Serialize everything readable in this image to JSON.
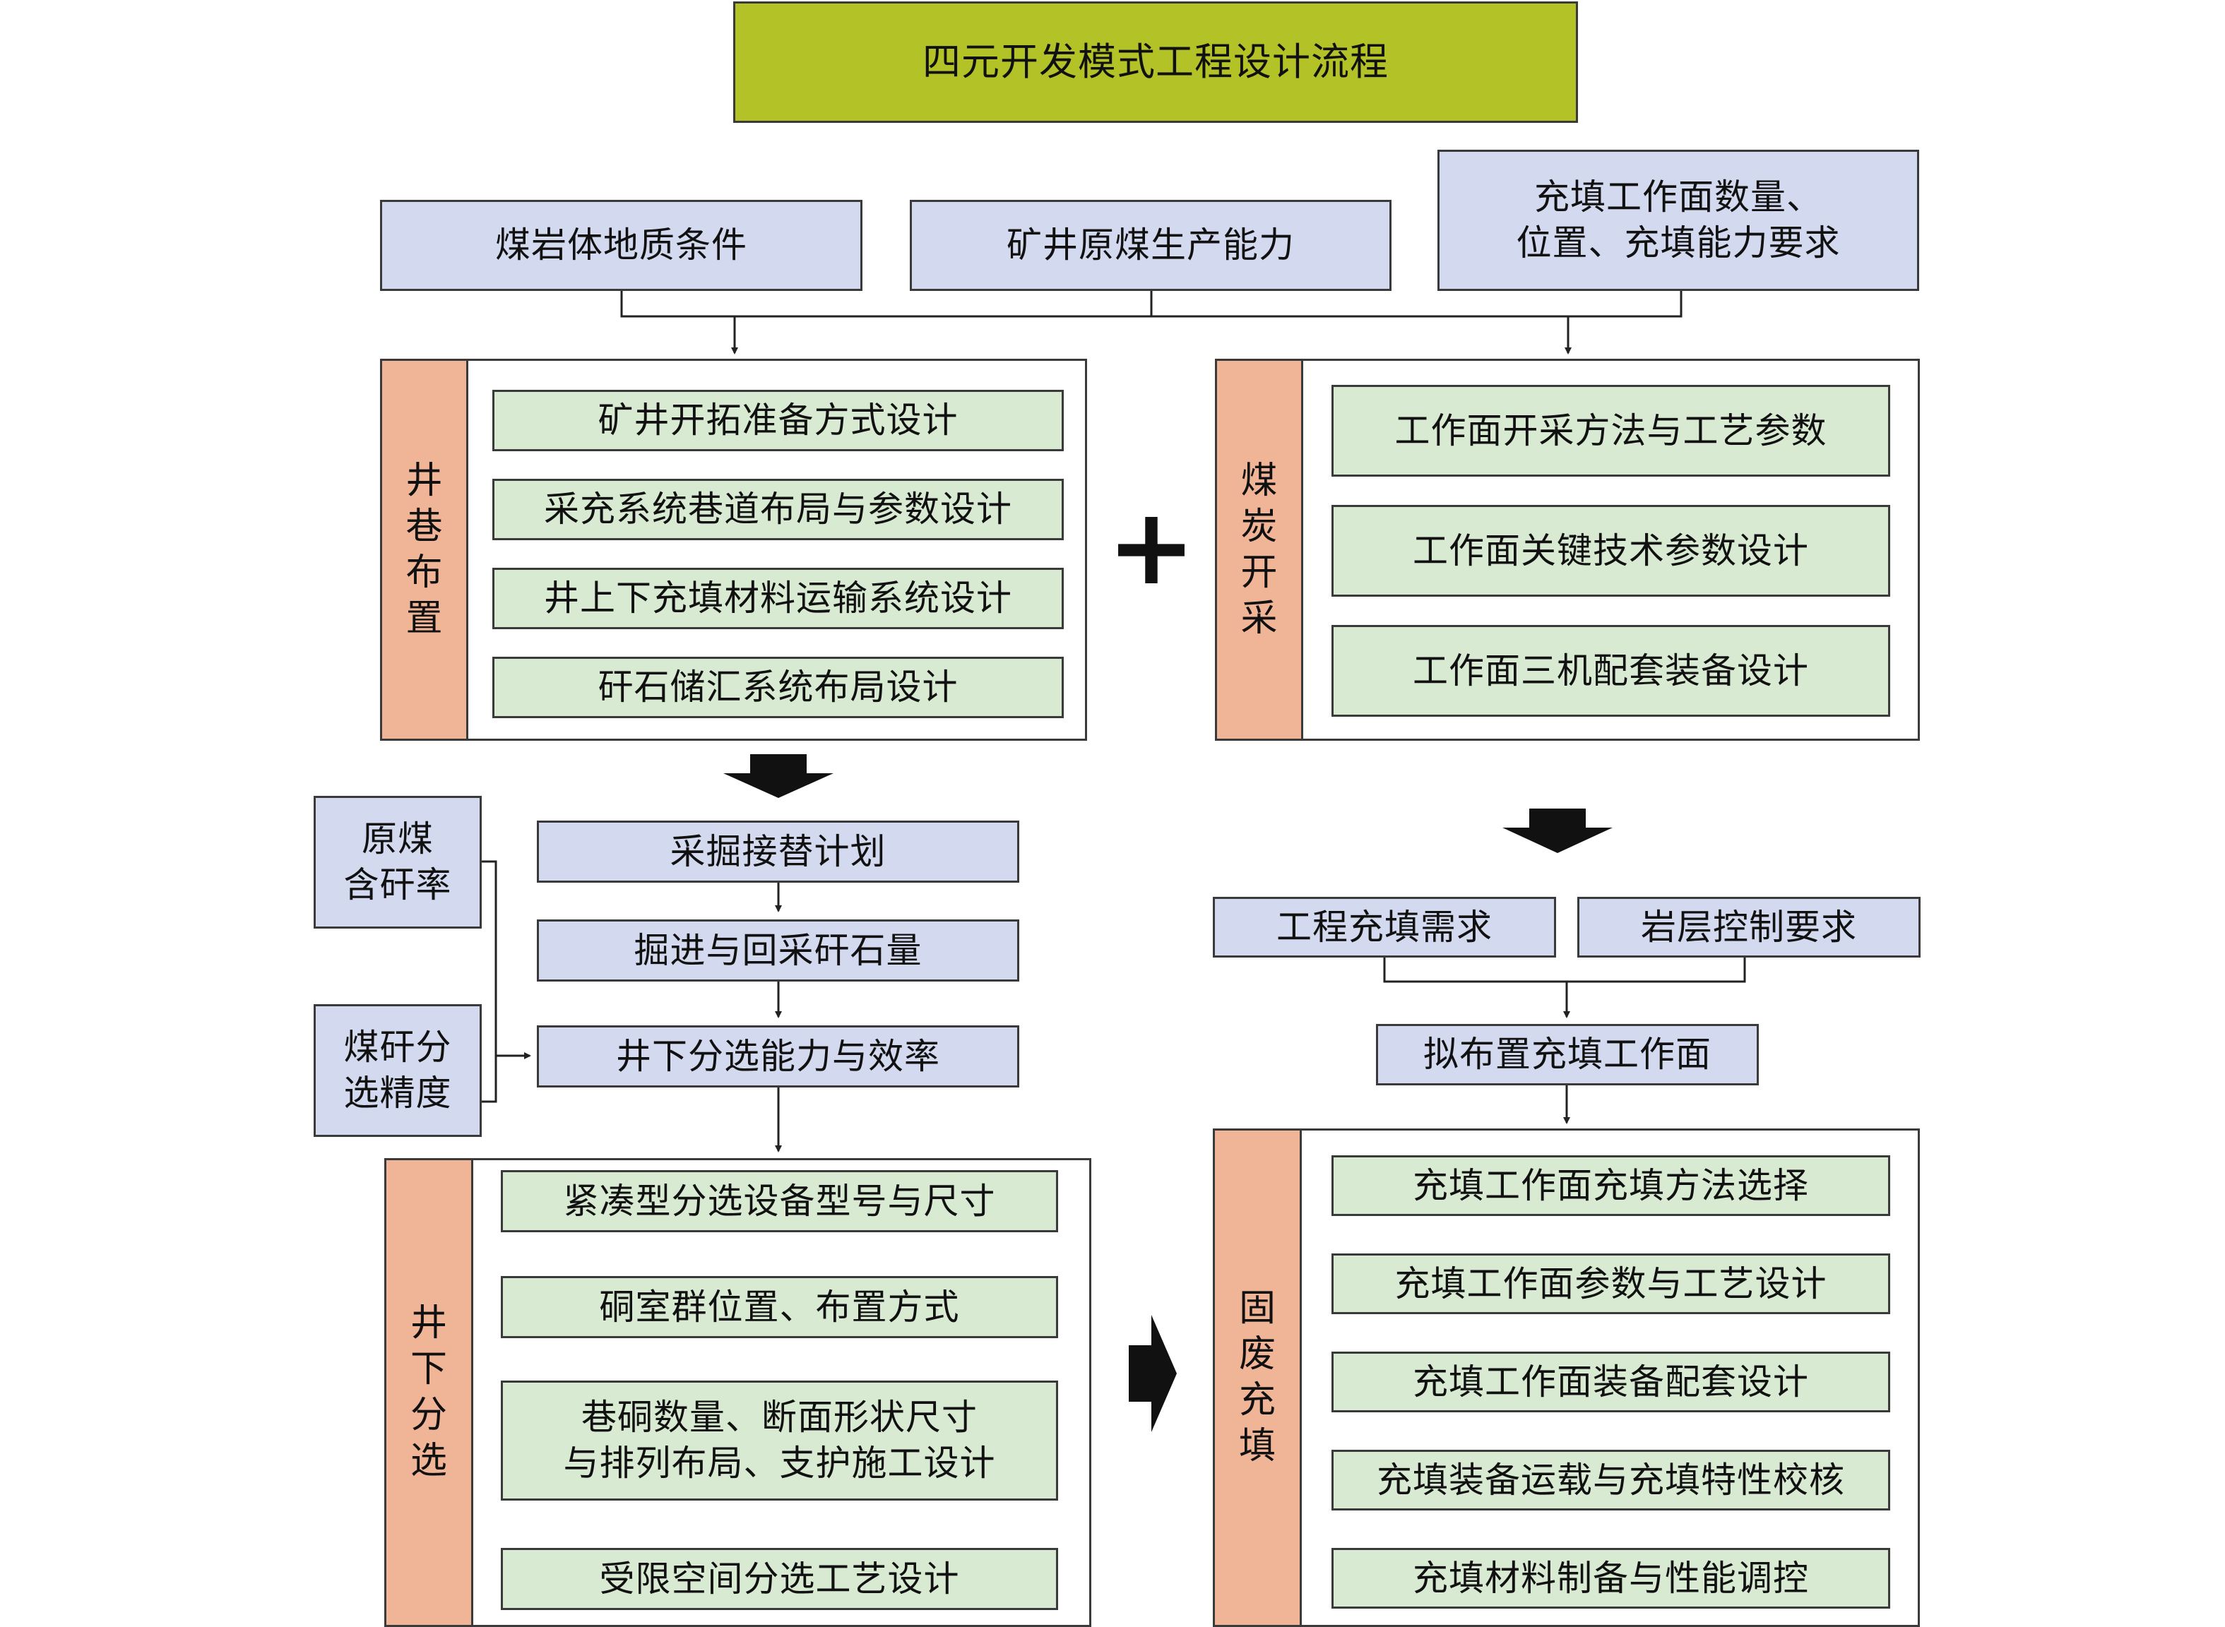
{
  "title": "四元开发模式工程设计流程",
  "inputs": {
    "geology": "煤岩体地质条件",
    "capacity": "矿井原煤生产能力",
    "filling_req": "充填工作面数量、\n位置、充填能力要求"
  },
  "roadway": {
    "label": "井巷布置",
    "items": [
      "矿井开拓准备方式设计",
      "采充系统巷道布局与参数设计",
      "井上下充填材料运输系统设计",
      "矸石储汇系统布局设计"
    ]
  },
  "plus": "+",
  "mining": {
    "label": "煤炭开采",
    "items": [
      "工作面开采方法与工艺参数",
      "工作面关键技术参数设计",
      "工作面三机配套装备设计"
    ]
  },
  "flow_left": [
    "采掘接替计划",
    "掘进与回采矸石量",
    "井下分选能力与效率"
  ],
  "side_inputs": [
    "原煤\n含矸率",
    "煤矸分\n选精度"
  ],
  "flow_right": {
    "demand": "工程充填需求",
    "control": "岩层控制要求",
    "face": "拟布置充填工作面"
  },
  "separation": {
    "label": "井下分选",
    "items": [
      "紧凑型分选设备型号与尺寸",
      "硐室群位置、布置方式",
      "巷硐数量、断面形状尺寸\n与排列布局、支护施工设计",
      "受限空间分选工艺设计"
    ]
  },
  "filling": {
    "label": "固废充填",
    "items": [
      "充填工作面充填方法选择",
      "充填工作面参数与工艺设计",
      "充填工作面装备配套设计",
      "充填装备运载与充填特性校核",
      "充填材料制备与性能调控"
    ]
  },
  "colors": {
    "title": "#b3c226",
    "blue": "#d3d9ee",
    "green": "#d8ead2",
    "side": "#f0b596",
    "line": "#3a3a3a"
  }
}
